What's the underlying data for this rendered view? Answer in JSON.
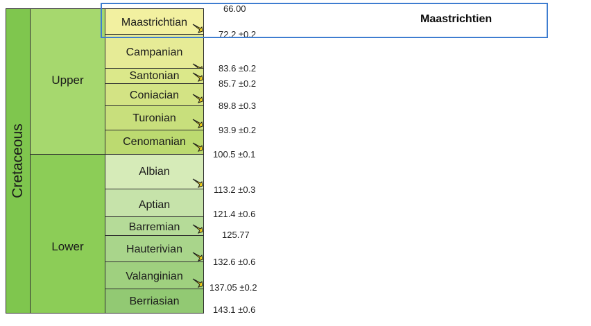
{
  "period": {
    "name": "Cretaceous",
    "color": "#7fc64e"
  },
  "epochs": {
    "upper": {
      "name": "Upper",
      "color": "#a6d86e"
    },
    "lower": {
      "name": "Lower",
      "color": "#8ccd57"
    }
  },
  "stages": [
    {
      "name": "Maastrichtian",
      "color": "#f2f0a0",
      "gssp": true
    },
    {
      "name": "Campanian",
      "color": "#e6eb96",
      "gssp": true
    },
    {
      "name": "Santonian",
      "color": "#dbe88a",
      "gssp": true
    },
    {
      "name": "Coniacian",
      "color": "#d3e384",
      "gssp": true
    },
    {
      "name": "Turonian",
      "color": "#c8df7c",
      "gssp": true
    },
    {
      "name": "Cenomanian",
      "color": "#bcda70",
      "gssp": true
    },
    {
      "name": "Albian",
      "color": "#d6ebb8",
      "gssp": true
    },
    {
      "name": "Aptian",
      "color": "#c6e3aa",
      "gssp": false
    },
    {
      "name": "Barremian",
      "color": "#b5db98",
      "gssp": true
    },
    {
      "name": "Hauterivian",
      "color": "#a9d58b",
      "gssp": true
    },
    {
      "name": "Valanginian",
      "color": "#9fd07f",
      "gssp": true
    },
    {
      "name": "Berriasian",
      "color": "#92c973",
      "gssp": false
    }
  ],
  "ages": [
    "66.00",
    "72.2 ±0.2",
    "83.6 ±0.2",
    "85.7 ±0.2",
    "89.8 ±0.3",
    "93.9 ±0.2",
    "100.5 ±0.1",
    "113.2 ±0.3",
    "121.4 ±0.6",
    "125.77",
    "132.6 ±0.6",
    "137.05 ±0.2",
    "143.1 ±0.6"
  ],
  "selection": {
    "title": "Maastrichtien",
    "border_color": "#3e7dd0"
  },
  "icons": {
    "gssp": "golden-spike-icon"
  }
}
